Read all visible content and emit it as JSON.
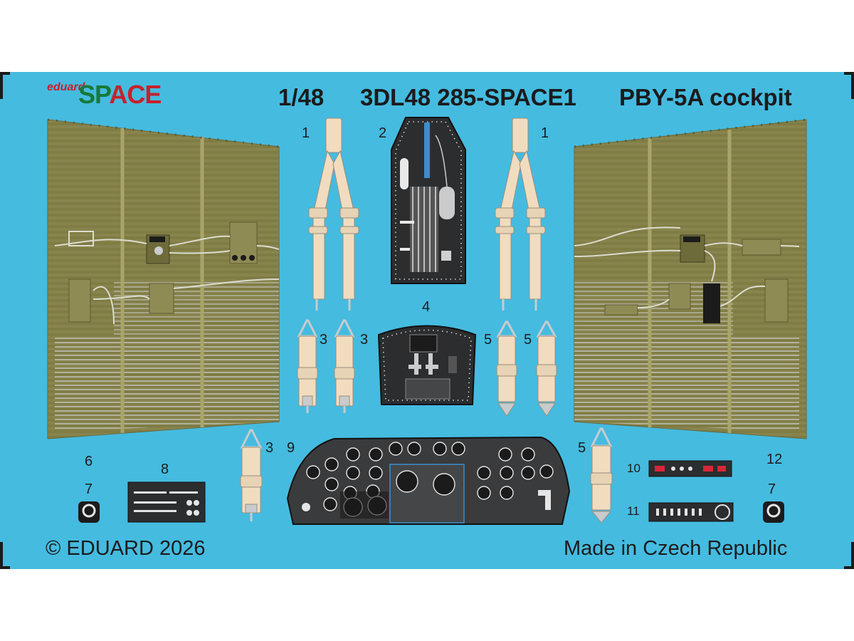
{
  "brand": {
    "top": "eduard",
    "space_a": "SP",
    "space_b": "ACE"
  },
  "header": {
    "scale": "1/48",
    "code": "3DL48 285-SPACE1",
    "subject": "PBY-5A cockpit"
  },
  "footer": {
    "copyright": "© EDUARD 2026",
    "origin": "Made in Czech Republic"
  },
  "part_numbers": {
    "harness_left": "1",
    "panel_2": "2",
    "harness_right": "1",
    "belt_3a": "3",
    "belt_3b": "3",
    "panel_4": "4",
    "belt_5a": "5",
    "belt_5b": "5",
    "label_6": "6",
    "label_7_left": "7",
    "label_8": "8",
    "belt_3c": "3",
    "label_9": "9",
    "belt_5c": "5",
    "label_10": "10",
    "label_11": "11",
    "label_12": "12",
    "label_7_right": "7"
  },
  "colors": {
    "sheet": "#45bbe0",
    "olive": "#7f7c44",
    "olive_dark": "#5f5c30",
    "panel_black": "#2c2d2f",
    "webbing": "#f1dcc0",
    "buckle": "#c9cbcd",
    "red_light": "#d8263a",
    "logo_red": "#c8202a",
    "logo_green": "#17793a"
  }
}
